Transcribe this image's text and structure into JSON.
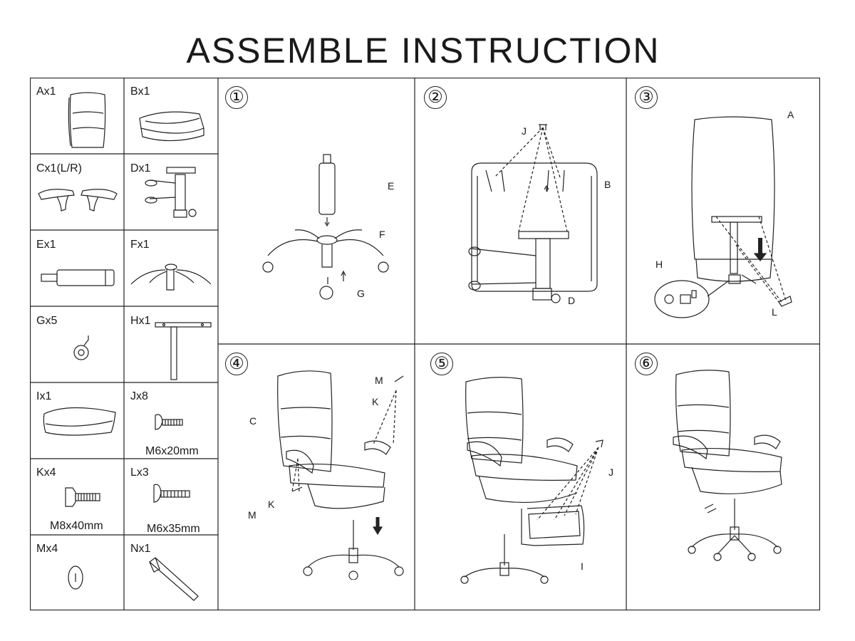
{
  "title": "ASSEMBLE INSTRUCTION",
  "parts": [
    {
      "id": "A",
      "qty": "Ax1"
    },
    {
      "id": "B",
      "qty": "Bx1"
    },
    {
      "id": "C",
      "qty": "Cx1(L/R)"
    },
    {
      "id": "D",
      "qty": "Dx1"
    },
    {
      "id": "E",
      "qty": "Ex1"
    },
    {
      "id": "F",
      "qty": "Fx1"
    },
    {
      "id": "G",
      "qty": "Gx5"
    },
    {
      "id": "H",
      "qty": "Hx1"
    },
    {
      "id": "I",
      "qty": "Ix1"
    },
    {
      "id": "J",
      "qty": "Jx8",
      "size": "M6x20mm"
    },
    {
      "id": "K",
      "qty": "Kx4",
      "size": "M8x40mm"
    },
    {
      "id": "L",
      "qty": "Lx3",
      "size": "M6x35mm"
    },
    {
      "id": "M",
      "qty": "Mx4"
    },
    {
      "id": "N",
      "qty": "Nx1"
    }
  ],
  "steps": [
    {
      "number": "①",
      "callouts": [
        "E",
        "F",
        "G"
      ]
    },
    {
      "number": "②",
      "callouts": [
        "J",
        "B",
        "D"
      ]
    },
    {
      "number": "③",
      "callouts": [
        "A",
        "H",
        "L"
      ]
    },
    {
      "number": "④",
      "callouts": [
        "M",
        "K",
        "C",
        "M",
        "K"
      ]
    },
    {
      "number": "⑤",
      "callouts": [
        "J",
        "I"
      ]
    },
    {
      "number": "⑥",
      "callouts": []
    }
  ]
}
